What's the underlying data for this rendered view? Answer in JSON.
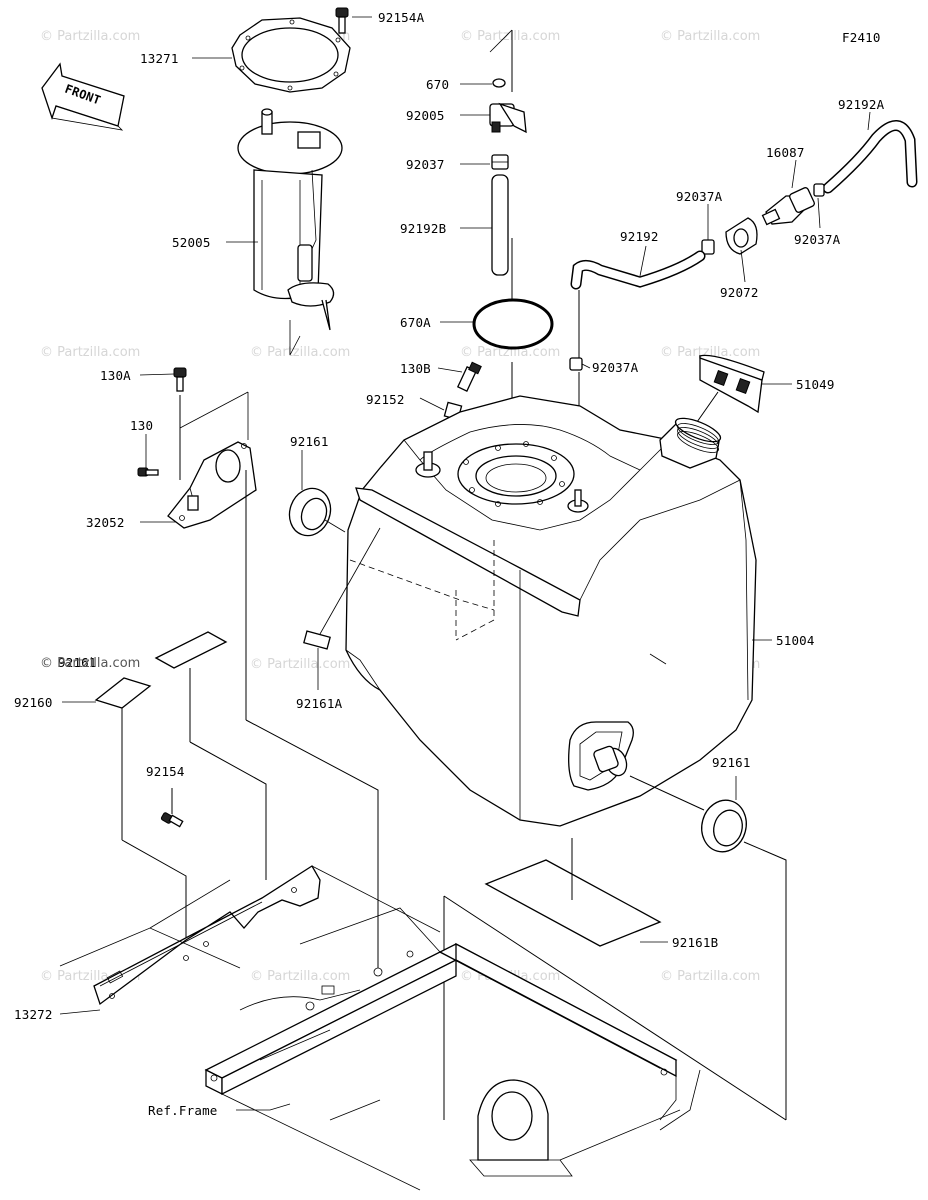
{
  "diagram_code": "F2410",
  "front_label": "FRONT",
  "watermark": "© Partzilla.com",
  "labels": {
    "p92154A": "92154A",
    "p13271": "13271",
    "p670": "670",
    "p92005": "92005",
    "p92037": "92037",
    "p92192B": "92192B",
    "p670A": "670A",
    "p130B": "130B",
    "p92037A_c": "92037A",
    "p92192A": "92192A",
    "p16087": "16087",
    "p92037A_l": "92037A",
    "p92037A_r": "92037A",
    "p92192": "92192",
    "p92072": "92072",
    "p52005": "52005",
    "p130A": "130A",
    "p130": "130",
    "p32052": "32052",
    "p92161_t": "92161",
    "p92152": "92152",
    "p51049": "51049",
    "p51004": "51004",
    "p92161A": "92161A",
    "p92160": "92160",
    "p92154": "92154",
    "p92161_b": "92161",
    "p92161B": "92161B",
    "p13272": "13272",
    "ref_frame": "Ref.Frame"
  }
}
